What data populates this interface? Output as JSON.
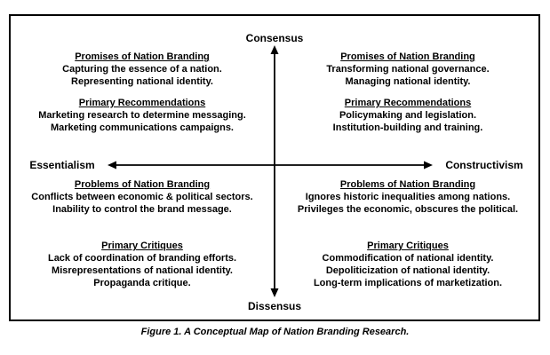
{
  "figure": {
    "axis": {
      "top": "Consensus",
      "bottom": "Dissensus",
      "left": "Essentialism",
      "right": "Constructivism"
    },
    "quadrants": {
      "top_left": {
        "sections": [
          {
            "heading": "Promises of Nation Branding",
            "lines": [
              "Capturing the essence of a nation.",
              "Representing national identity."
            ]
          },
          {
            "heading": "Primary Recommendations",
            "lines": [
              "Marketing research to determine messaging.",
              "Marketing communications campaigns."
            ]
          }
        ]
      },
      "top_right": {
        "sections": [
          {
            "heading": "Promises of Nation Branding",
            "lines": [
              "Transforming national governance.",
              "Managing national identity."
            ]
          },
          {
            "heading": "Primary Recommendations",
            "lines": [
              "Policymaking and legislation.",
              "Institution-building and training."
            ]
          }
        ]
      },
      "bottom_left": {
        "sections": [
          {
            "heading": "Problems of Nation Branding",
            "lines": [
              "Conflicts between economic & political sectors.",
              "Inability to control the brand message."
            ]
          },
          {
            "heading": "Primary Critiques",
            "lines": [
              "Lack of coordination of branding efforts.",
              "Misrepresentations of national identity.",
              "Propaganda critique."
            ]
          }
        ]
      },
      "bottom_right": {
        "sections": [
          {
            "heading": "Problems of Nation Branding",
            "lines": [
              "Ignores historic inequalities among nations.",
              "Privileges the economic, obscures the political."
            ]
          },
          {
            "heading": "Primary Critiques",
            "lines": [
              "Commodification of national identity.",
              "Depoliticization of national identity.",
              "Long-term implications of marketization."
            ]
          }
        ]
      }
    },
    "caption": "Figure 1. A Conceptual Map of Nation Branding Research.",
    "colors": {
      "line": "#000000",
      "text": "#000000",
      "background": "#ffffff"
    }
  }
}
